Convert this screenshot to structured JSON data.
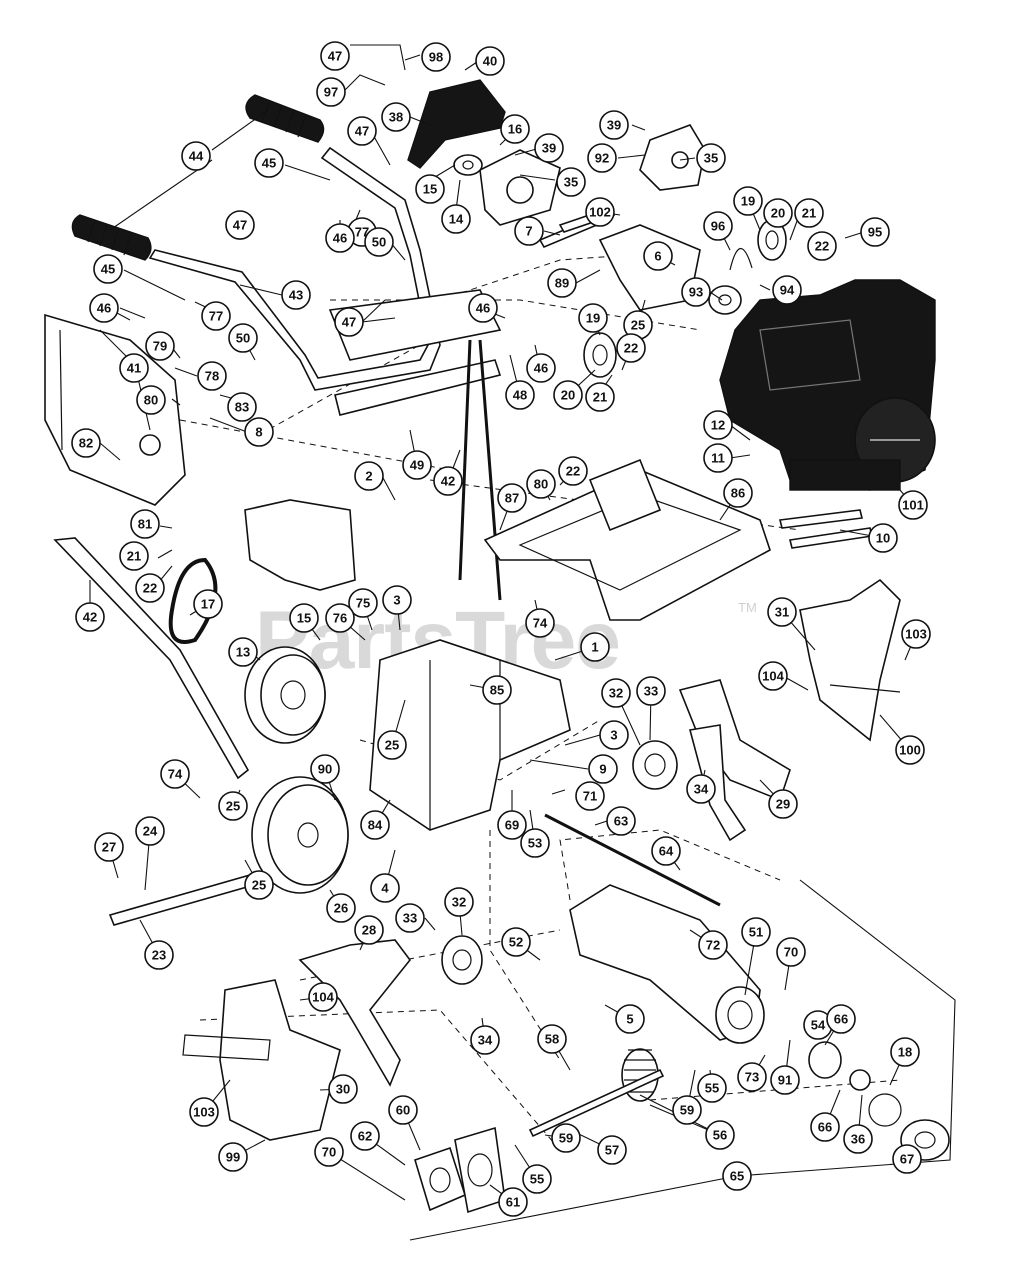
{
  "watermark": {
    "brand": "PartsTree",
    "trademark": "TM"
  },
  "callouts": {
    "c47a": "47",
    "c98": "98",
    "c40": "40",
    "c97": "97",
    "c38": "38",
    "c47b": "47",
    "c16": "16",
    "c39a": "39",
    "c44": "44",
    "c45a": "45",
    "c15a": "15",
    "c14": "14",
    "c35a": "35",
    "c39b": "39",
    "c92": "92",
    "c35b": "35",
    "c102": "102",
    "c19a": "19",
    "c20a": "20",
    "c21a": "21",
    "c22a": "22",
    "c95": "95",
    "c47c": "47",
    "c77a": "77",
    "c46a": "46",
    "c50a": "50",
    "c7": "7",
    "c96": "96",
    "c6": "6",
    "c89": "89",
    "c93": "93",
    "c94": "94",
    "c45b": "45",
    "c43": "43",
    "c47d": "47",
    "c46b": "46",
    "c77b": "77",
    "c50b": "50",
    "c79": "79",
    "c78": "78",
    "c41": "41",
    "c80a": "80",
    "c83": "83",
    "c8": "8",
    "c82": "82",
    "c46c": "46",
    "c46d": "46",
    "c48": "48",
    "c19b": "19",
    "c25a": "25",
    "c20b": "20",
    "c21b": "21",
    "c22b": "22",
    "c12": "12",
    "c11": "11",
    "c49": "49",
    "c42a": "42",
    "c2": "2",
    "c81": "81",
    "c21c": "21",
    "c22c": "22",
    "c87": "87",
    "c80b": "80",
    "c22d": "22",
    "c86": "86",
    "c101": "101",
    "c10": "10",
    "c17": "17",
    "c42b": "42",
    "c15b": "15",
    "c75": "75",
    "c3a": "3",
    "c76": "76",
    "c74a": "74",
    "c1": "1",
    "c31": "31",
    "c103a": "103",
    "c13": "13",
    "c104a": "104",
    "c85": "85",
    "c25b": "25",
    "c32a": "32",
    "c33a": "33",
    "c100": "100",
    "c3b": "3",
    "c74b": "74",
    "c90": "90",
    "c9": "9",
    "c71": "71",
    "c34a": "34",
    "c25c": "25",
    "c84": "84",
    "c69": "69",
    "c53": "53",
    "c63": "63",
    "c29": "29",
    "c27": "27",
    "c24": "24",
    "c64": "64",
    "c4": "4",
    "c26": "26",
    "c25d": "25",
    "c23": "23",
    "c28": "28",
    "c33b": "33",
    "c32b": "32",
    "c52": "52",
    "c72": "72",
    "c51": "51",
    "c70a": "70",
    "c104b": "104",
    "c5": "5",
    "c54": "54",
    "c66a": "66",
    "c34b": "34",
    "c58": "58",
    "c73": "73",
    "c91": "91",
    "c18": "18",
    "c103b": "103",
    "c59a": "59",
    "c55a": "55",
    "c60": "60",
    "c30": "30",
    "c66b": "66",
    "c36": "36",
    "c56": "56",
    "c67": "67",
    "c62": "62",
    "c57": "57",
    "c99": "99",
    "c70b": "70",
    "c55b": "55",
    "c59b": "59",
    "c61": "61",
    "c65": "65"
  }
}
